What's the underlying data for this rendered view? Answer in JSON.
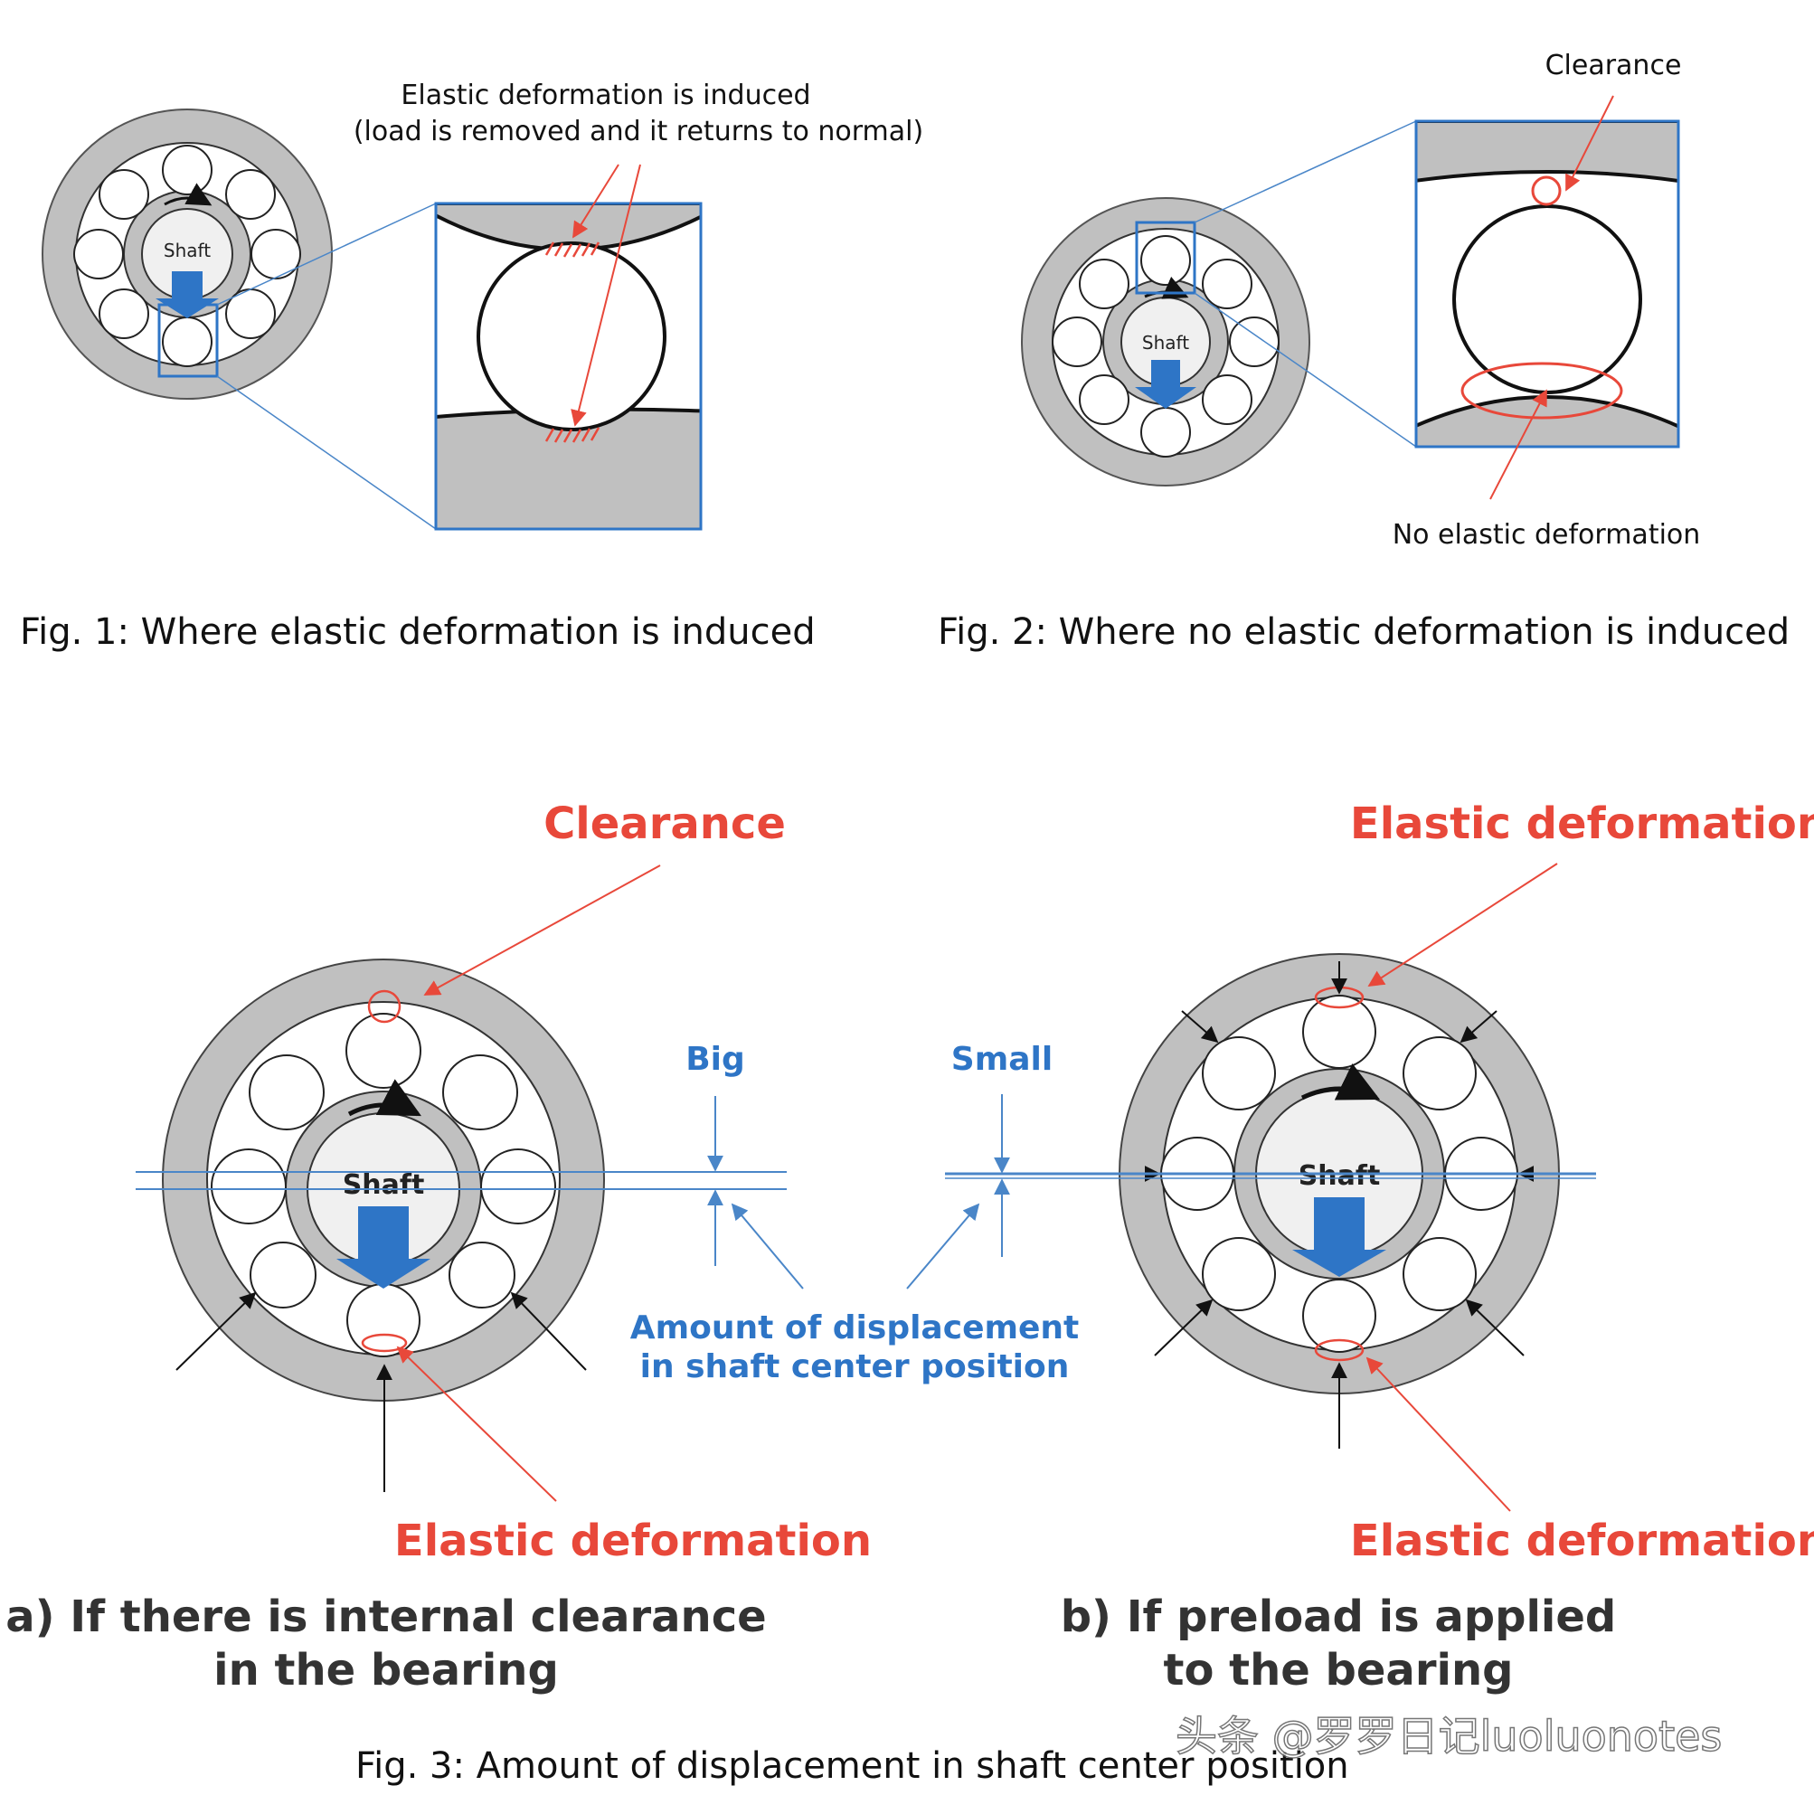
{
  "fig1": {
    "annotation_line1": "Elastic deformation is induced",
    "annotation_line2": "(load is removed and it returns to normal)",
    "shaft_label": "Shaft",
    "caption": "Fig. 1: Where elastic deformation is induced"
  },
  "fig2": {
    "clearance_label": "Clearance",
    "no_deformation_label": "No elastic deformation",
    "shaft_label": "Shaft",
    "caption": "Fig. 2: Where no elastic deformation is induced"
  },
  "fig3": {
    "left": {
      "clearance_label": "Clearance",
      "elastic_label": "Elastic deformation",
      "shaft_label": "Shaft",
      "caption_line1": "a) If there is internal clearance",
      "caption_line2": "in the bearing"
    },
    "right": {
      "elastic_top_label": "Elastic deformation",
      "elastic_bottom_label": "Elastic deformation",
      "shaft_label": "Shaft",
      "caption_line1": "b) If preload is applied",
      "caption_line2": "to the bearing"
    },
    "big_label": "Big",
    "small_label": "Small",
    "displacement_line1": "Amount of displacement",
    "displacement_line2": "in shaft center position",
    "caption": "Fig. 3: Amount of displacement in shaft center position"
  },
  "watermark": "头条 @罗罗日记luoluonotes",
  "colors": {
    "ring_gray": "#c0c0c0",
    "shaft_fill": "#f0f0f0",
    "blue_arrow": "#2e75c6",
    "blue_line": "#4a86c8",
    "red": "#e8483a",
    "black": "#111111"
  }
}
